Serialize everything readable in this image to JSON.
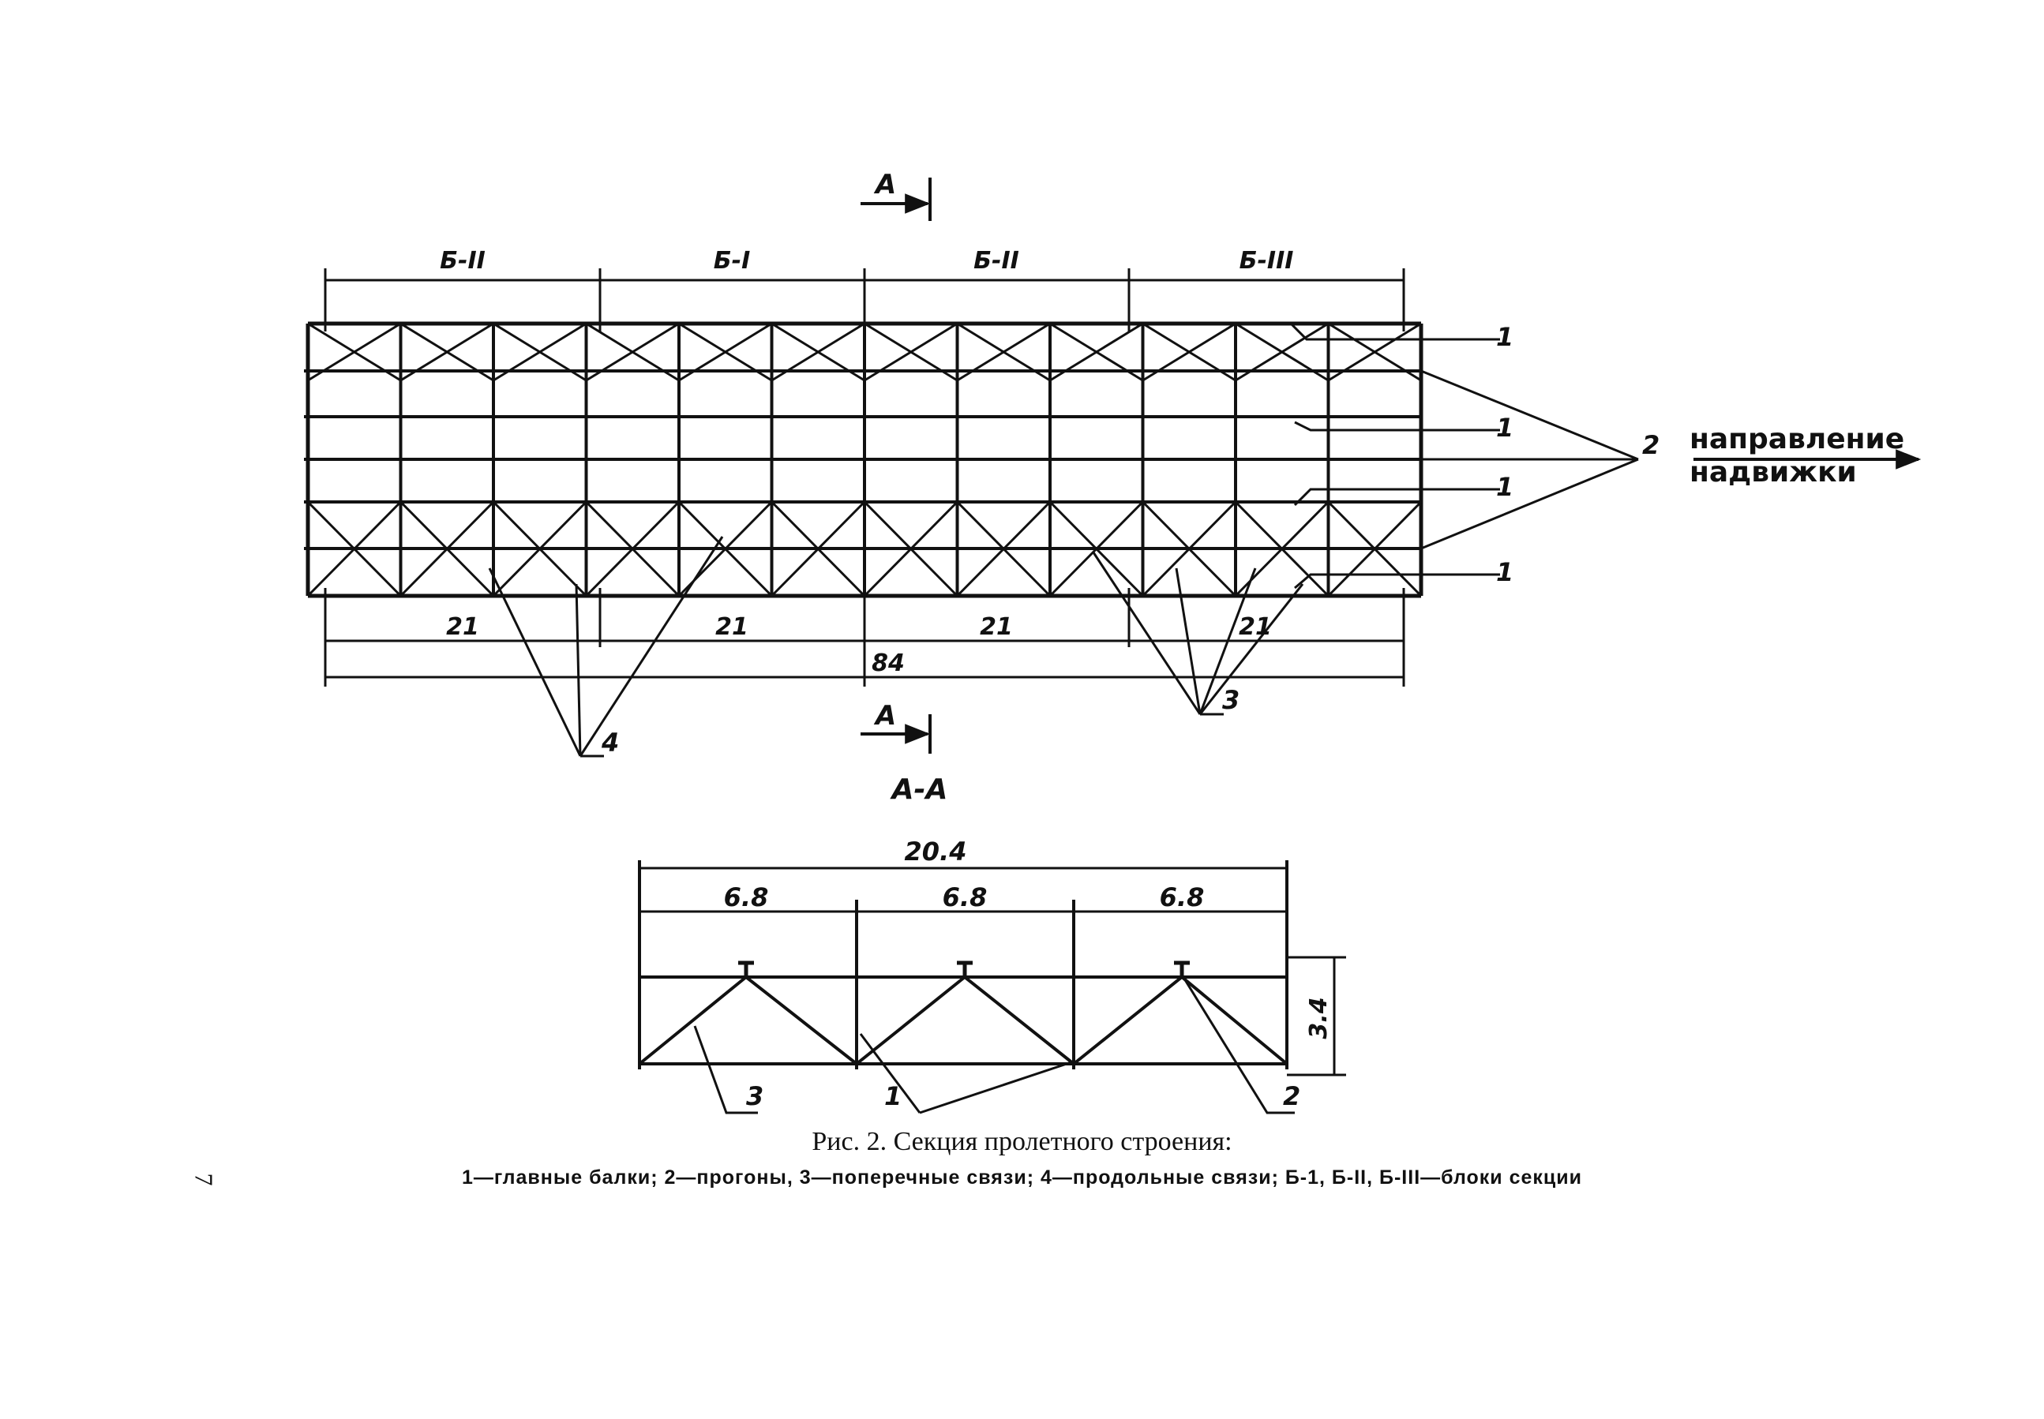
{
  "plan": {
    "section_marker": "А",
    "block_labels": [
      "Б-II",
      "Б-I",
      "Б-II",
      "Б-III"
    ],
    "span_dims": [
      "21",
      "21",
      "21",
      "21"
    ],
    "total_dim": "84",
    "callouts": {
      "girders": "1",
      "purlins": "2",
      "cross_bracing": "3",
      "longitudinal_bracing": "4"
    },
    "direction_line1": "направление",
    "direction_line2": "надвижки"
  },
  "section": {
    "title": "А-А",
    "total_width": "20.4",
    "bay_widths": [
      "6.8",
      "6.8",
      "6.8"
    ],
    "height": "3.4",
    "callouts": {
      "cross_bracing": "3",
      "girders": "1",
      "purlins": "2"
    }
  },
  "caption": {
    "title": "Рис. 2. Секция пролетного строения:",
    "legend": "1—главные балки; 2—прогоны, 3—поперечные связи; 4—продольные связи; Б-1, Б-II, Б-III—блоки секции"
  },
  "page_number": "7"
}
